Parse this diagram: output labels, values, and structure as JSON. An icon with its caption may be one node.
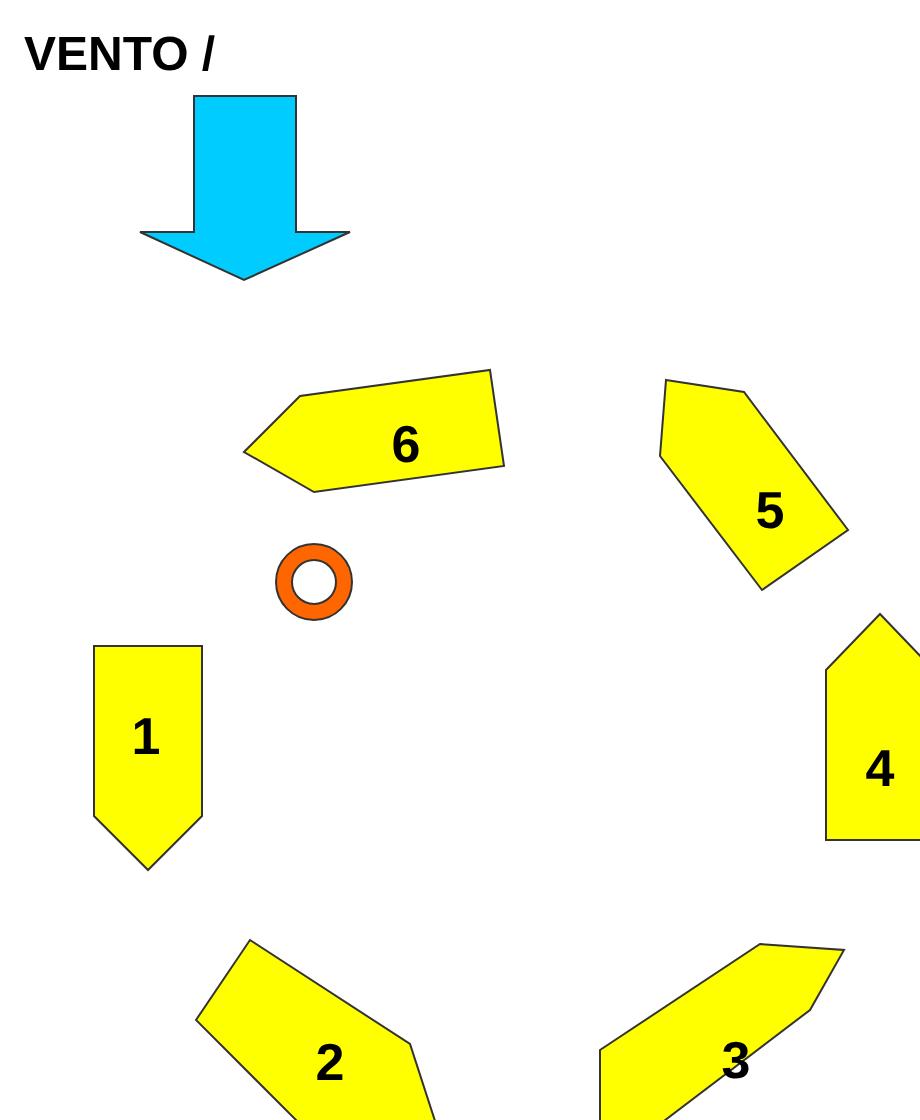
{
  "diagram": {
    "title": "VENTO /",
    "nodes": [
      {
        "text": [
          "6"
        ]
      },
      {
        "text": [
          "5"
        ]
      },
      {
        "text": [
          "1"
        ]
      },
      {
        "text": [
          "4"
        ]
      },
      {
        "text": [
          "2"
        ]
      },
      {
        "text": [
          "3"
        ]
      }
    ]
  }
}
